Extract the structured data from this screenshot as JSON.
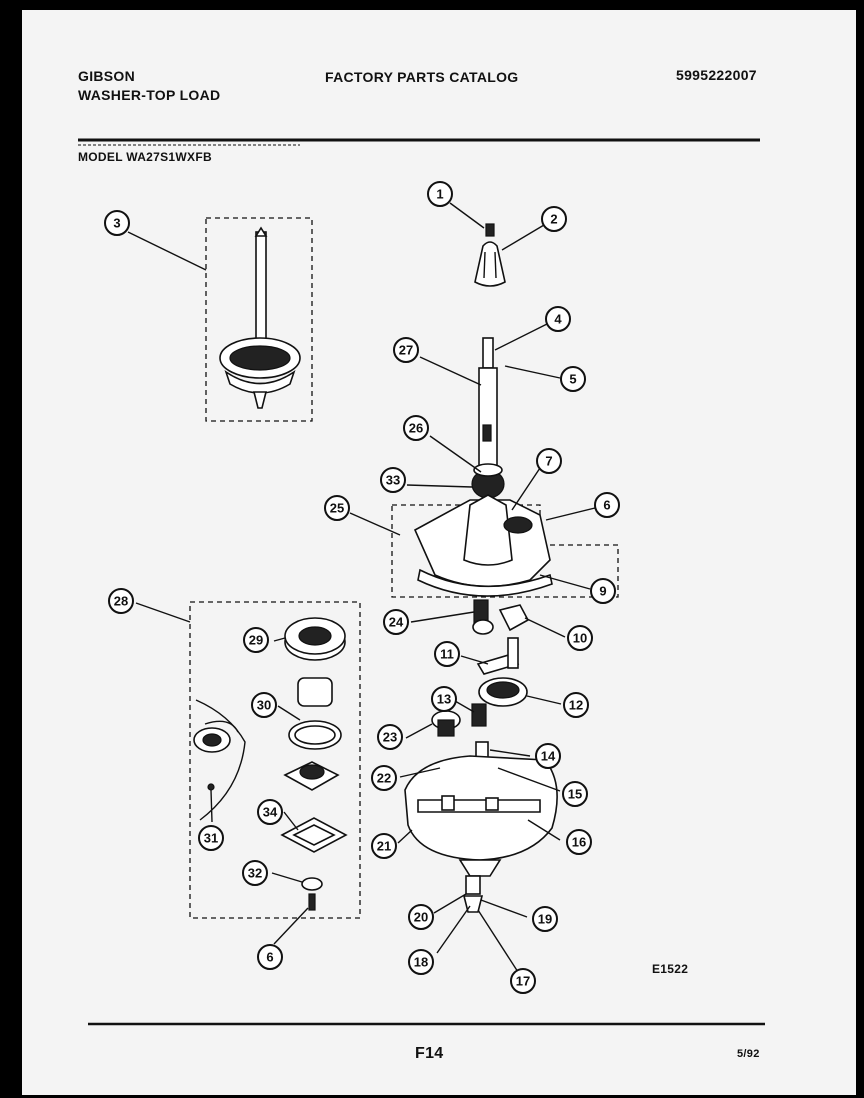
{
  "header": {
    "brand": "GIBSON",
    "product": "WASHER-TOP LOAD",
    "catalog_title": "FACTORY PARTS CATALOG",
    "catalog_number": "5995222007",
    "model": "MODEL WA27S1WXFB"
  },
  "diagram": {
    "reference_code": "E1522"
  },
  "footer": {
    "page_code": "F14",
    "date": "5/92"
  },
  "callouts": [
    {
      "id": "1"
    },
    {
      "id": "2"
    },
    {
      "id": "3"
    },
    {
      "id": "4"
    },
    {
      "id": "5"
    },
    {
      "id": "6"
    },
    {
      "id": "6"
    },
    {
      "id": "7"
    },
    {
      "id": "9"
    },
    {
      "id": "10"
    },
    {
      "id": "11"
    },
    {
      "id": "12"
    },
    {
      "id": "13"
    },
    {
      "id": "14"
    },
    {
      "id": "15"
    },
    {
      "id": "16"
    },
    {
      "id": "17"
    },
    {
      "id": "18"
    },
    {
      "id": "19"
    },
    {
      "id": "20"
    },
    {
      "id": "21"
    },
    {
      "id": "22"
    },
    {
      "id": "23"
    },
    {
      "id": "24"
    },
    {
      "id": "25"
    },
    {
      "id": "26"
    },
    {
      "id": "27"
    },
    {
      "id": "28"
    },
    {
      "id": "29"
    },
    {
      "id": "30"
    },
    {
      "id": "31"
    },
    {
      "id": "32"
    },
    {
      "id": "33"
    },
    {
      "id": "34"
    }
  ]
}
